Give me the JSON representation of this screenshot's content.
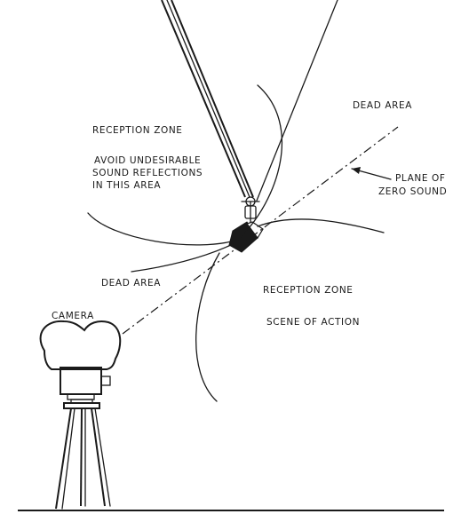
{
  "labels": {
    "reception_zone_top": "RECEPTION ZONE",
    "avoid_line1": "AVOID UNDESIRABLE",
    "avoid_line2": "SOUND REFLECTIONS",
    "avoid_line3": "IN THIS AREA",
    "dead_area_top": "DEAD AREA",
    "plane_line1": "PLANE OF",
    "plane_line2": "ZERO SOUND",
    "dead_area_left": "DEAD AREA",
    "reception_zone_bottom": "RECEPTION ZONE",
    "scene_of_action": "SCENE OF ACTION",
    "camera": "CAMERA"
  }
}
